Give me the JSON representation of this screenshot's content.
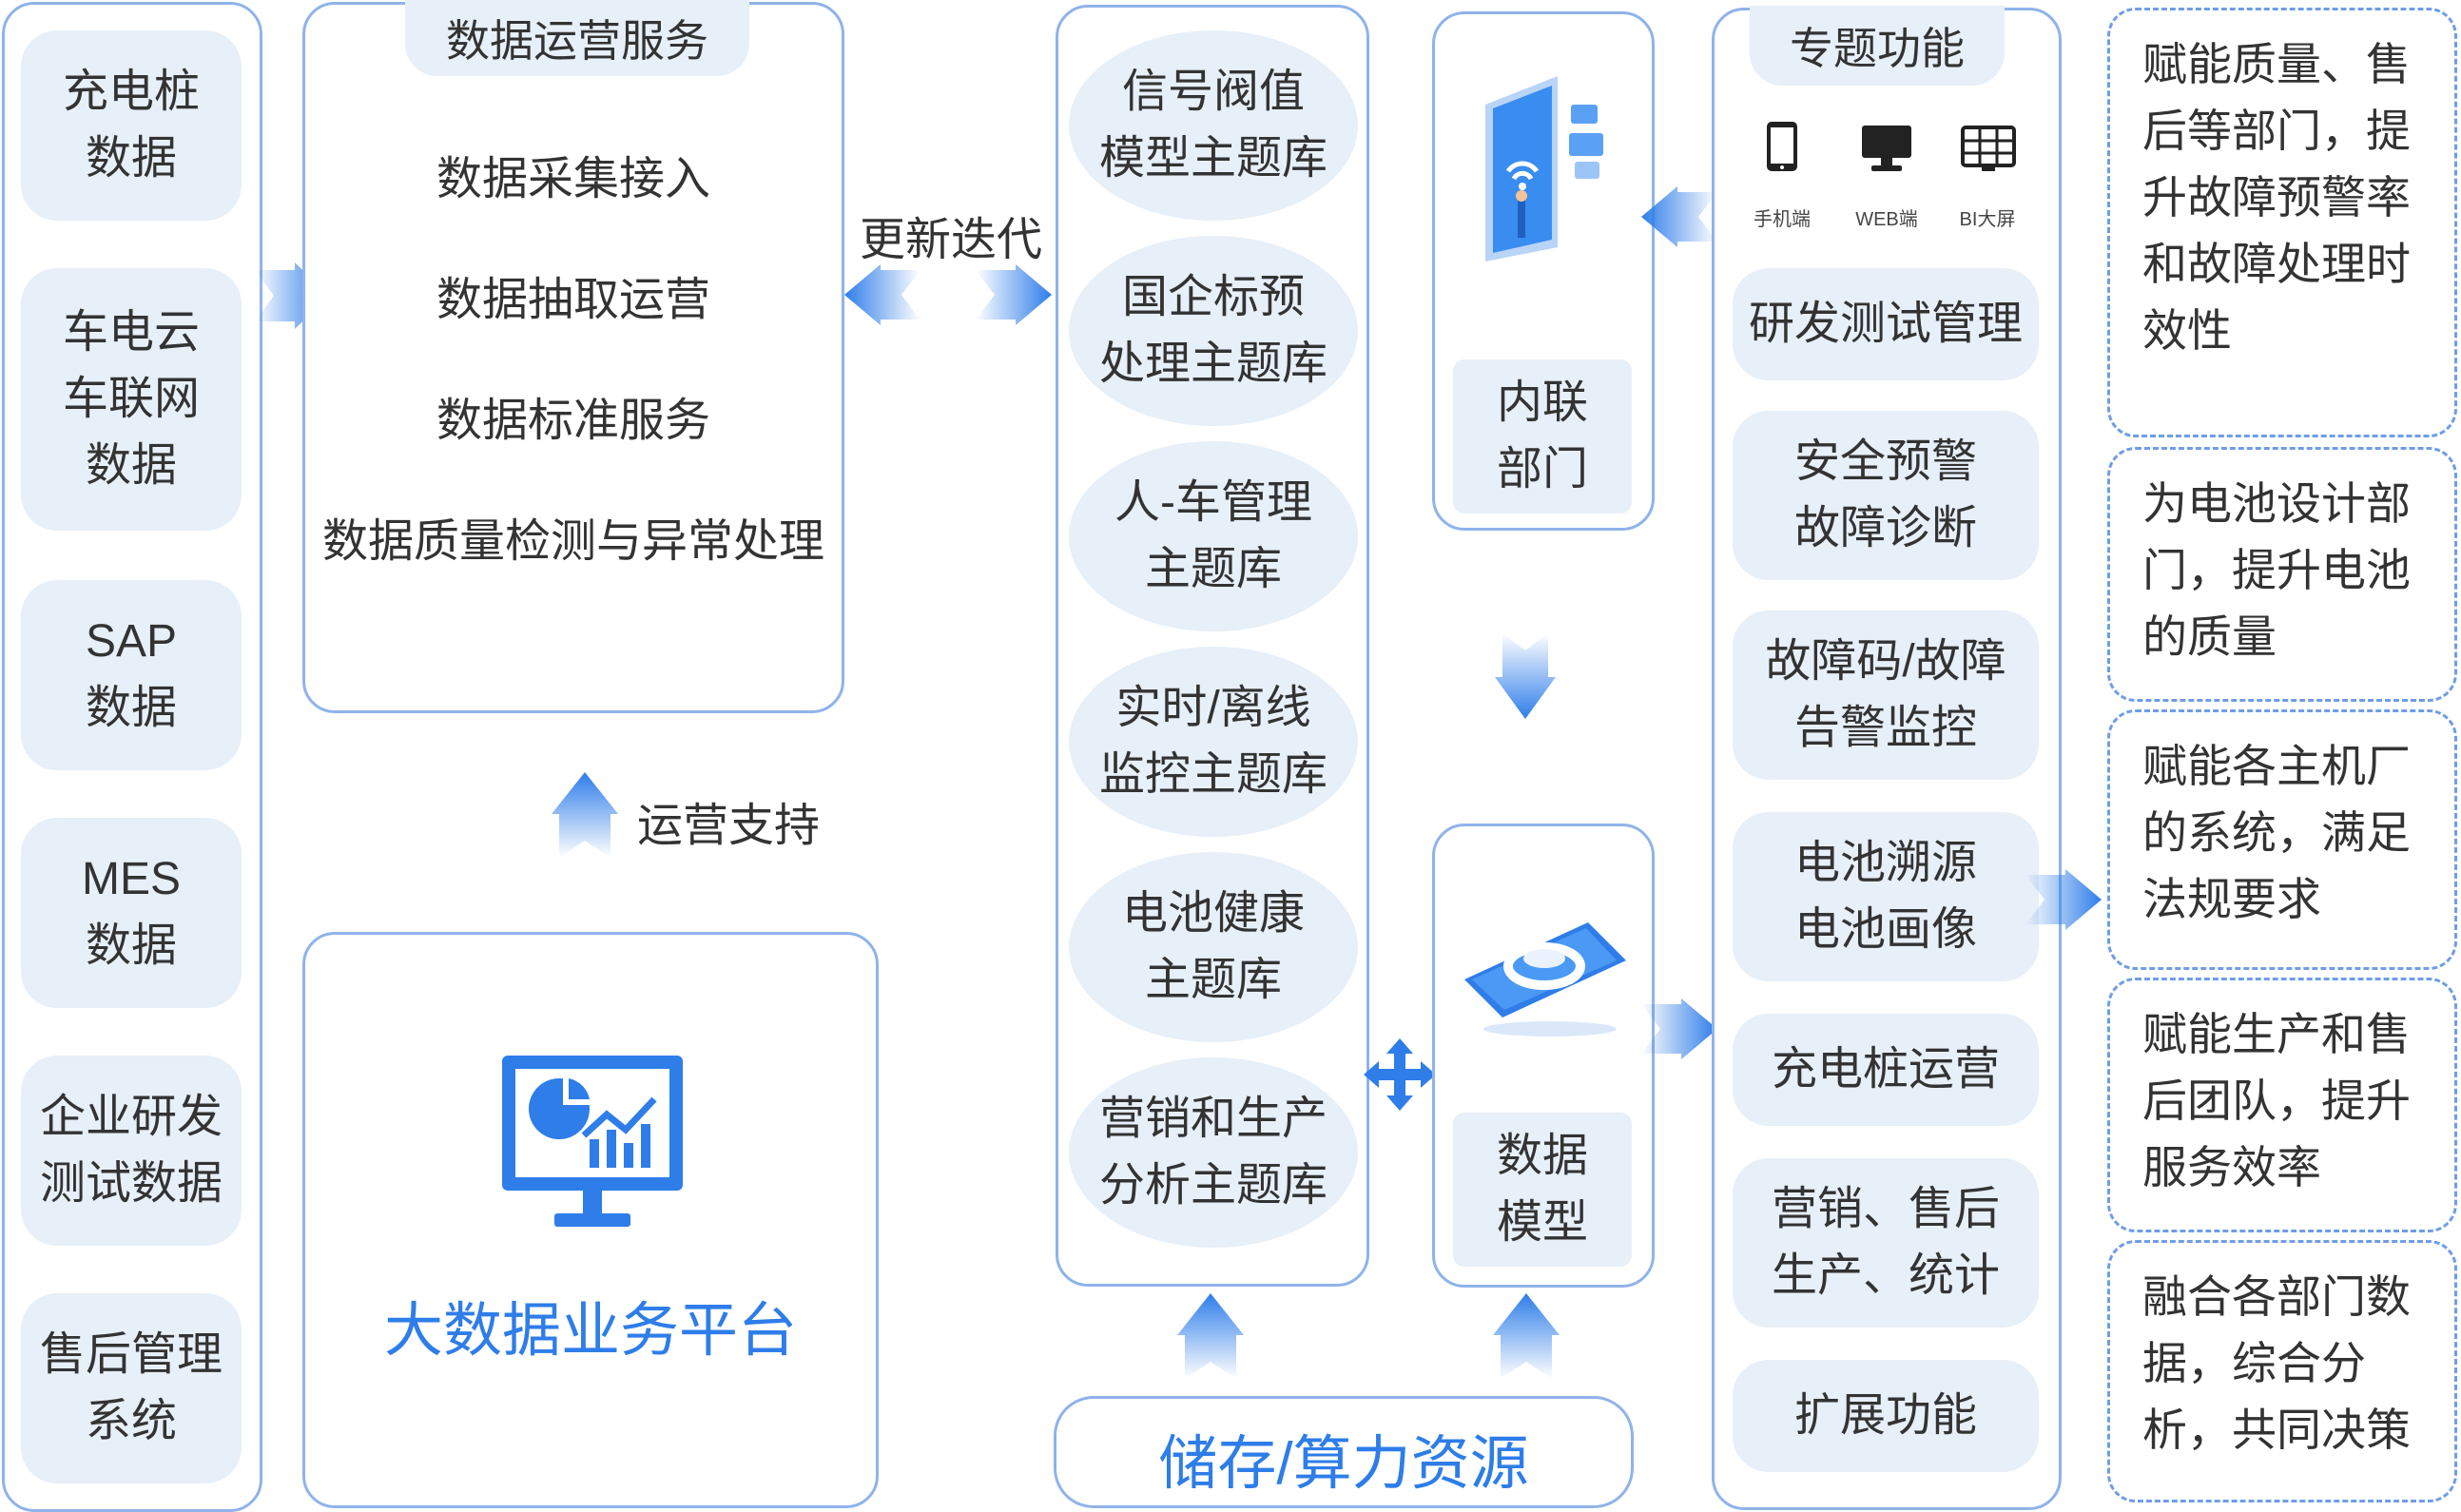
{
  "colors": {
    "frame_border": "#8fb3ea",
    "pill_fill": "#e7eff8",
    "accent_blue": "#2e7de9",
    "note_border": "#6f9de6",
    "text": "#333333"
  },
  "sources": [
    {
      "label": "充电桩\n数据"
    },
    {
      "label": "车电云\n车联网\n数据"
    },
    {
      "label": "SAP\n数据"
    },
    {
      "label": "MES\n数据"
    },
    {
      "label": "企业研发\n测试数据"
    },
    {
      "label": "售后管理\n系统"
    }
  ],
  "ops_service": {
    "title": "数据运营服务",
    "items": [
      "数据采集接入",
      "数据抽取运营",
      "数据标准服务",
      "数据质量检测与异常处理"
    ]
  },
  "iteration_label": "更新迭代",
  "support_label": "运营支持",
  "platform": {
    "title": "大数据业务平台",
    "icon": "monitor-chart-icon"
  },
  "theme_libraries": [
    {
      "label": "信号阀值\n模型主题库"
    },
    {
      "label": "国企标预\n处理主题库"
    },
    {
      "label": "人-车管理\n主题库"
    },
    {
      "label": "实时/离线\n监控主题库"
    },
    {
      "label": "电池健康\n主题库"
    },
    {
      "label": "营销和生产\n分析主题库"
    }
  ],
  "internal_dept": {
    "label": "内联\n部门",
    "icon": "tablet-network-icon"
  },
  "data_model": {
    "label": "数据\n模型",
    "icon": "phone-ring-icon"
  },
  "storage": {
    "label": "储存/算力资源"
  },
  "features": {
    "title": "专题功能",
    "devices": [
      {
        "label": "手机端",
        "icon": "mobile-icon"
      },
      {
        "label": "WEB端",
        "icon": "desktop-icon"
      },
      {
        "label": "BI大屏",
        "icon": "dashboard-screen-icon"
      }
    ],
    "items": [
      {
        "label": "研发测试管理"
      },
      {
        "label": "安全预警\n故障诊断"
      },
      {
        "label": "故障码/故障\n告警监控"
      },
      {
        "label": "电池溯源\n电池画像"
      },
      {
        "label": "充电桩运营"
      },
      {
        "label": "营销、售后\n生产、统计"
      },
      {
        "label": "扩展功能"
      }
    ]
  },
  "benefits": [
    {
      "label": "赋能质量、售\n后等部门，提\n升故障预警率\n和故障处理时\n效性"
    },
    {
      "label": "为电池设计部\n门，提升电池\n的质量"
    },
    {
      "label": "赋能各主机厂\n的系统，满足\n法规要求"
    },
    {
      "label": "赋能生产和售\n后团队，提升\n服务效率"
    },
    {
      "label": "融合各部门数\n据，综合分\n析，共同决策"
    }
  ]
}
